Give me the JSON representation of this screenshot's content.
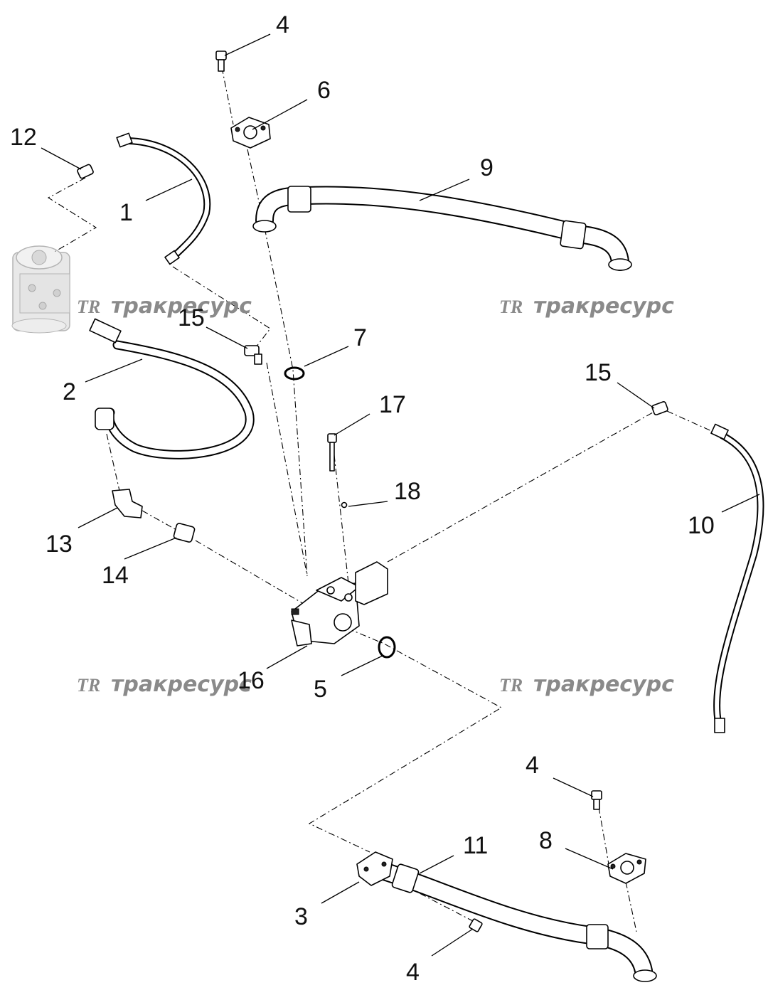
{
  "callouts": {
    "c1": "1",
    "c2": "2",
    "c3": "3",
    "c4a": "4",
    "c4b": "4",
    "c4c": "4",
    "c5": "5",
    "c6": "6",
    "c7": "7",
    "c8": "8",
    "c9": "9",
    "c10": "10",
    "c11": "11",
    "c12": "12",
    "c13": "13",
    "c14": "14",
    "c15a": "15",
    "c15b": "15",
    "c16": "16",
    "c17": "17",
    "c18": "18"
  },
  "watermark": {
    "logo": "TR",
    "text": "тракресурс"
  },
  "colors": {
    "line": "#000000",
    "watermark": "#8a8a8a",
    "steering_unit": "#c8c8c8"
  }
}
